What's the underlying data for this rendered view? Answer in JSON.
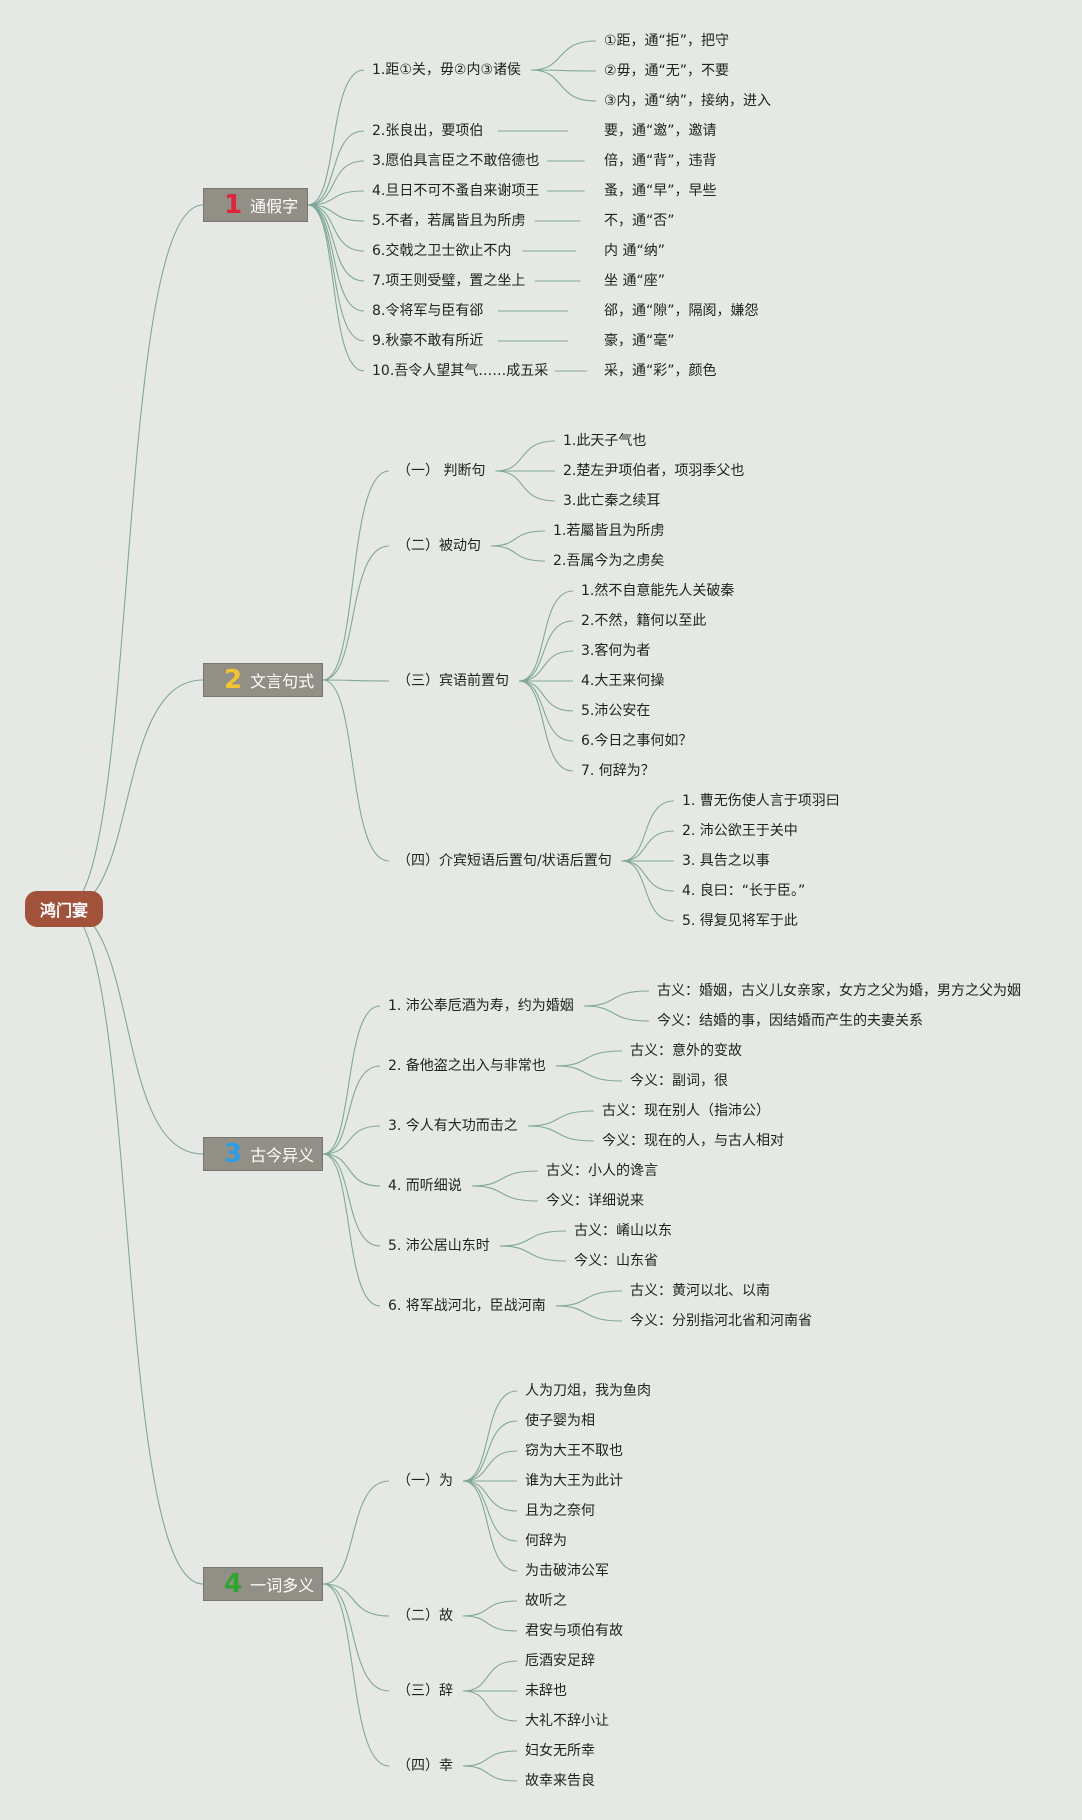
{
  "root": "鸿门宴",
  "sections": [
    {
      "num": "1",
      "num_color": "#e0223a",
      "title": "通假字",
      "items": [
        {
          "text": "1.距①关，毋②内③诸侯",
          "children": [
            "①距，通“拒”，把守",
            "②毋，通“无”，不要",
            "③内，通“纳”，接纳，进入"
          ]
        },
        {
          "text": "2.张良出，要项伯",
          "children": [
            "要，通“邀”，邀请"
          ]
        },
        {
          "text": "3.愿伯具言臣之不敢倍德也",
          "children": [
            "倍，通“背”，违背"
          ]
        },
        {
          "text": "4.旦日不可不蚤自来谢项王",
          "children": [
            "蚤，通“早”，早些"
          ]
        },
        {
          "text": "5.不者，若属皆且为所虏",
          "children": [
            "不，通“否”"
          ]
        },
        {
          "text": "6.交戟之卫士欲止不内",
          "children": [
            "内 通“纳”"
          ]
        },
        {
          "text": "7.项王则受璧，置之坐上",
          "children": [
            "坐 通“座”"
          ]
        },
        {
          "text": "8.令将军与臣有郤",
          "children": [
            "郤，通“隙”，隔阂，嫌怨"
          ]
        },
        {
          "text": "9.秋豪不敢有所近",
          "children": [
            "豪，通“毫”"
          ]
        },
        {
          "text": "10.吾令人望其气……成五采",
          "children": [
            "采，通“彩”，颜色"
          ]
        }
      ]
    },
    {
      "num": "2",
      "num_color": "#f2c42e",
      "title": "文言句式",
      "items": [
        {
          "text": "（一）  判断句",
          "children": [
            "1.此天子气也",
            "2.楚左尹项伯者，项羽季父也",
            "3.此亡秦之续耳"
          ]
        },
        {
          "text": "（二）被动句",
          "children": [
            "1.若屬皆且为所虏",
            "2.吾属今为之虏矣"
          ]
        },
        {
          "text": "（三）宾语前置句",
          "children": [
            "1.然不自意能先人关破秦",
            "2.不然，籍何以至此",
            "3.客何为者",
            "4.大王来何操",
            "5.沛公安在",
            "6.今日之事何如？",
            "7. 何辞为？"
          ]
        },
        {
          "text": "（四）介宾短语后置句/状语后置句",
          "children": [
            "1.  曹无伤使人言于项羽曰",
            "2.  沛公欲王于关中",
            "3.  具告之以事",
            "4.  良曰：“长于臣。”",
            "5.  得复见将军于此"
          ]
        }
      ]
    },
    {
      "num": "3",
      "num_color": "#2b9de4",
      "title": "古今异义",
      "items": [
        {
          "text": "1.  沛公奉卮酒为寿，约为婚姻",
          "children": [
            "古义：婚姻，古义儿女亲家，女方之父为婚，男方之父为姻",
            "今义：结婚的事，因结婚而产生的夫妻关系"
          ]
        },
        {
          "text": "2.  备他盗之出入与非常也",
          "children": [
            "古义：意外的变故",
            "今义：副词，很"
          ]
        },
        {
          "text": "3.  今人有大功而击之",
          "children": [
            "古义：现在别人（指沛公）",
            "今义：现在的人，与古人相对"
          ]
        },
        {
          "text": "4.  而听细说",
          "children": [
            "古义：小人的谗言",
            "今义：详细说来"
          ]
        },
        {
          "text": "5.  沛公居山东时",
          "children": [
            "古义：崤山以东",
            "今义：山东省"
          ]
        },
        {
          "text": "6.  将军战河北，臣战河南",
          "children": [
            "古义：黄河以北、以南",
            "今义：分别指河北省和河南省"
          ]
        }
      ]
    },
    {
      "num": "4",
      "num_color": "#2fa52e",
      "title": "一词多义",
      "items": [
        {
          "text": "（一）为",
          "children": [
            "人为刀俎，我为鱼肉",
            "使子婴为相",
            "窃为大王不取也",
            "谁为大王为此计",
            "且为之奈何",
            "何辞为",
            "为击破沛公军"
          ]
        },
        {
          "text": "（二）故",
          "children": [
            "故听之",
            "君安与项伯有故"
          ]
        },
        {
          "text": "（三）辞",
          "children": [
            "卮酒安足辞",
            "未辞也",
            "大礼不辞小让"
          ]
        },
        {
          "text": "（四）幸",
          "children": [
            "妇女无所幸",
            "故幸来告良"
          ]
        }
      ]
    }
  ]
}
